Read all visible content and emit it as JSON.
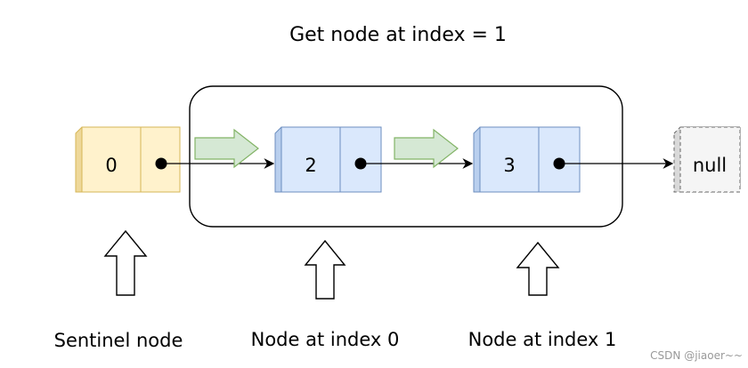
{
  "diagram": {
    "title": "Get node at index = 1",
    "nodes": [
      {
        "value": "0",
        "fill": "#fff2cc",
        "stroke": "#d6b656",
        "side": "#eed89a"
      },
      {
        "value": "2",
        "fill": "#dae8fc",
        "stroke": "#6c8ebf",
        "side": "#b9cfee"
      },
      {
        "value": "3",
        "fill": "#dae8fc",
        "stroke": "#6c8ebf",
        "side": "#b9cfee"
      }
    ],
    "null_node": {
      "value": "null",
      "fill": "#f5f5f5",
      "stroke": "#666666",
      "side": "#d9d9d9"
    },
    "labels": [
      "Sentinel node",
      "Node at index 0",
      "Node at index 1"
    ],
    "progress_arrow_color": {
      "fill": "#d5e8d4",
      "stroke": "#82b366"
    },
    "watermark": "CSDN @jiaoer~~"
  }
}
